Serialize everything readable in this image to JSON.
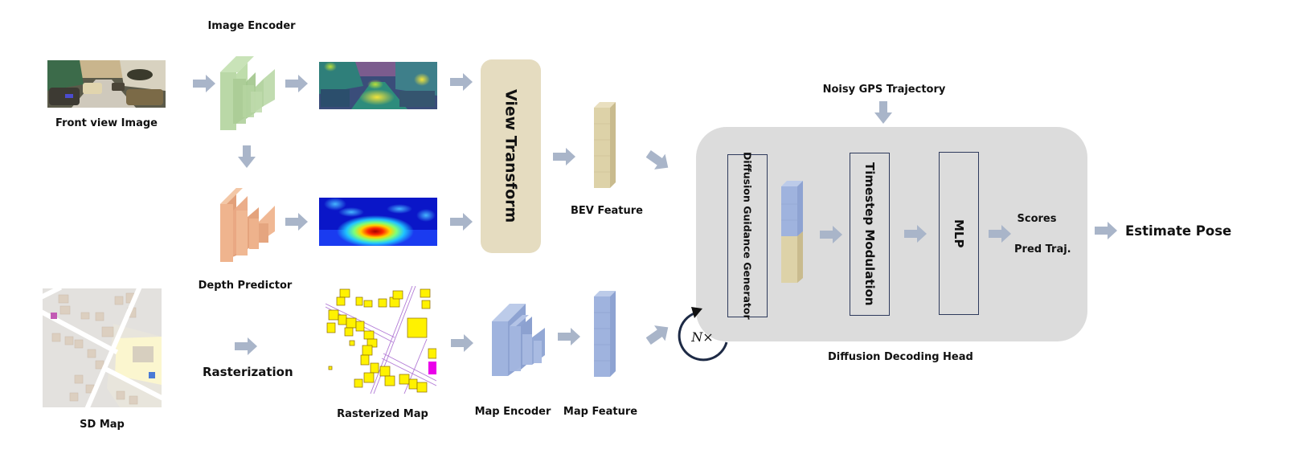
{
  "colors": {
    "arrow": "#a9b5c9",
    "image_encoder": "#b7d6a3",
    "depth_predictor": "#efb48e",
    "map_encoder": "#9fb3de",
    "view_transform_bg": "#e5dcc0",
    "bev_feature": "#ddd2a8",
    "map_feature": "#9fb3de",
    "head_bg": "#dcdcdc",
    "box_border": "#2e3a5c",
    "loop_arrow": "#1d2a45"
  },
  "inputs": {
    "front_view": {
      "label": "Front view Image",
      "icon": "street-photo"
    },
    "sd_map": {
      "label": "SD Map",
      "icon": "osm-map-tile"
    }
  },
  "modules": {
    "image_encoder": {
      "label": "Image Encoder"
    },
    "depth_predictor": {
      "label": "Depth Predictor"
    },
    "rasterization": {
      "label": "Rasterization"
    },
    "rasterized_map": {
      "label": "Rasterized Map"
    },
    "map_encoder": {
      "label": "Map Encoder"
    },
    "map_feature": {
      "label": "Map Feature"
    },
    "view_transform": {
      "label": "View Transform"
    },
    "bev_feature": {
      "label": "BEV Feature"
    }
  },
  "intermediates": {
    "feature_map": {
      "icon": "attention-feature-map"
    },
    "depth_map": {
      "icon": "depth-heatmap"
    }
  },
  "head": {
    "noisy_input": "Noisy GPS Trajectory",
    "guidance_generator": "Diffusion Guidance Generator",
    "timestep_modulation": "Timestep Modulation",
    "mlp": "MLP",
    "scores": "Scores",
    "pred_traj": "Pred Traj.",
    "title": "Diffusion Decoding Head",
    "loop_label": "N×"
  },
  "output": {
    "label": "Estimate Pose"
  }
}
